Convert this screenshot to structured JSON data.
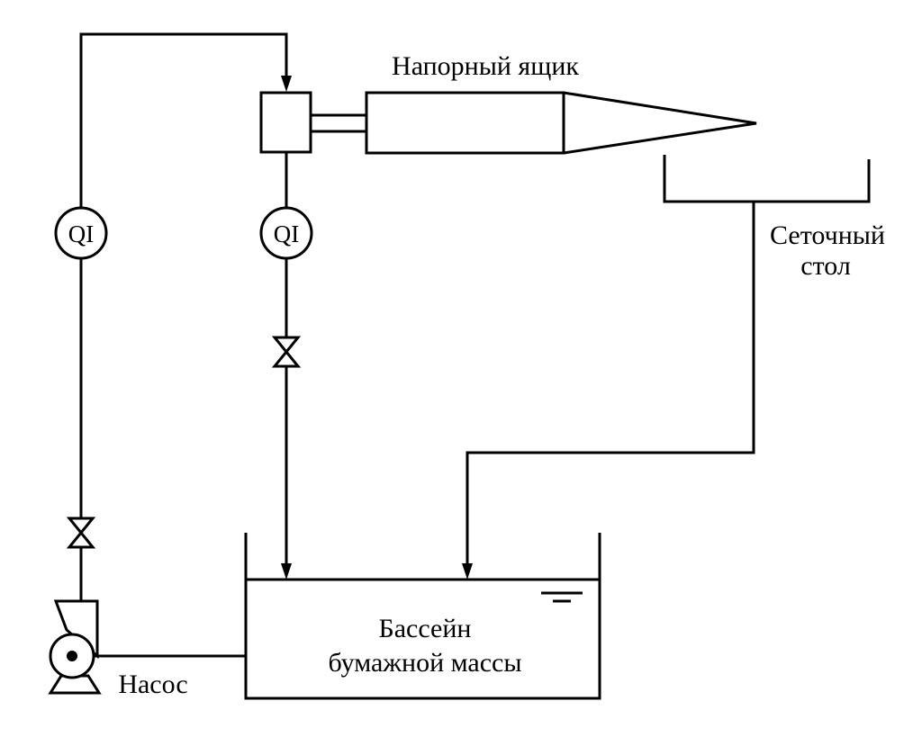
{
  "labels": {
    "headbox": "Напорный ящик",
    "wire_table_line1": "Сеточный",
    "wire_table_line2": "стол",
    "pump": "Насос",
    "pool_line1": "Бассейн",
    "pool_line2": "бумажной массы"
  },
  "instruments": {
    "left": "QI",
    "right": "QI"
  }
}
